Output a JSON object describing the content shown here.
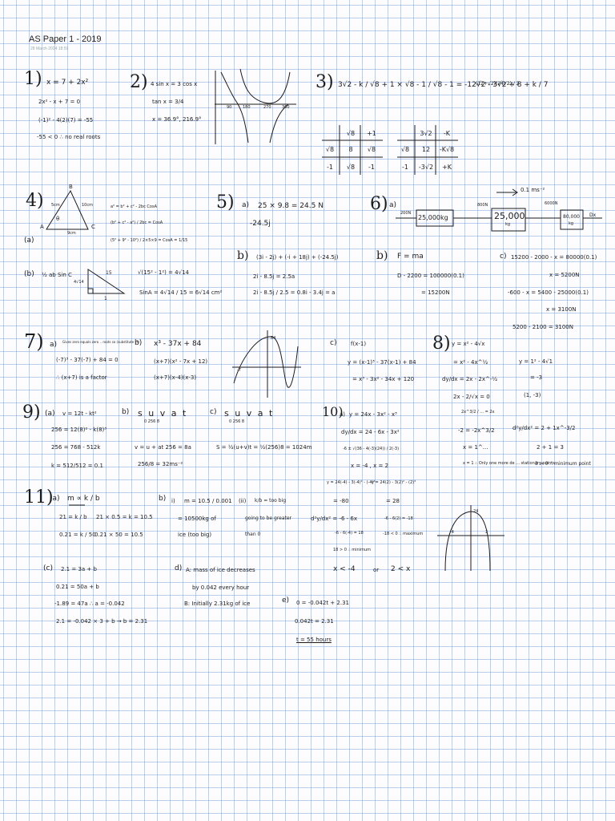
{
  "header": {
    "title": "AS Paper 1 - 2019",
    "date": "28 March 2024    18:59"
  },
  "q1": {
    "num": "1)",
    "l1": "x = 7 + 2x²",
    "l2": "2x² - x + 7 = 0",
    "l3": "(-1)² - 4(2)(7) = -55",
    "l4": "-55 < 0 ∴ no real roots"
  },
  "q2": {
    "num": "2)",
    "l1": "4 sin x = 3 cos x",
    "l2": "tan x = 3/4",
    "l3": "x = 36.9°, 216.9°",
    "t1": "90",
    "t2": "180",
    "t3": "270",
    "t4": "360"
  },
  "q3": {
    "num": "3)",
    "expr": "3√2 - k / √8 + 1  ×  √8 - 1 / √8 - 1   =   -12√2 - 3√2 + 8 + k / 7",
    "tail": "(12+√2)(24√2) / 2",
    "table1": {
      "h1": "√8",
      "h2": "+1",
      "r1a": "√8",
      "r1b": "8",
      "r1c": "√8",
      "r2a": "-1",
      "r2b": "√8",
      "r2c": "-1"
    },
    "table2": {
      "h1": "3√2",
      "h2": "-K",
      "r1a": "√8",
      "r1b": "12",
      "r1c": "-K√8",
      "r2a": "-1",
      "r2b": "-3√2",
      "r2c": "+K"
    }
  },
  "q4": {
    "num": "4)",
    "a": "(a)",
    "tri_B": "B",
    "tri_A": "A",
    "tri_C": "C",
    "tri_theta": "θ",
    "tri_s1": "5cm",
    "tri_s2": "10cm",
    "tri_s3": "9cm",
    "cos1": "a² = b² + c² - 2bc CosA",
    "cos2": "(b² + c² - a²) / 2bc = CosA",
    "cos3": "(5² + 9² - 10²) / 2×5×9 = CosA = 1/15",
    "b": "(b)",
    "b_expr": "½ ab Sin C",
    "rt_hyp": "15",
    "rt_opp": "4√14",
    "rt_adj": "1",
    "rt1": "√(15² - 1²) = 4√14",
    "rt2": "SinA = 4√14 / 15 = 6√14 cm²"
  },
  "q5": {
    "num": "5)",
    "a": "a)",
    "a1": "25 × 9.8 = 24.5 N",
    "a2": "-24.5j",
    "b": "b)",
    "b1": "(3i - 2j) + (-i + 18j) + (-24.5j)",
    "b2": "2i - 8.5j = 2.5a",
    "b3": "2i - 8.5j / 2.5 = 0.8i - 3.4j = a"
  },
  "q6": {
    "num": "6)",
    "a": "a)",
    "acc": "0.1 ms⁻²",
    "box1": "25,000kg",
    "box2": "25,000",
    "box2b": "kg",
    "box3": "80,000",
    "box3b": "kg",
    "f1": "200N",
    "f2": "800N",
    "f3": "6000N",
    "f4": "Dx",
    "b": "b)",
    "b1": "F = ma",
    "b2": "D - 2200 = 100000(0.1)",
    "b3": "= 15200N",
    "c": "c)",
    "c1": "15200 - 2000 - x = 80000(0.1)",
    "c2": "x = 5200N",
    "c3": "-600 - x = 5400 - 25000(0.1)",
    "c4": "x = 3100N",
    "c5": "5200 - 2100 = 3100N"
  },
  "q7": {
    "num": "7)",
    "a": "a)",
    "a0": "Gives zero equals zero .. roots so (substitute -7)",
    "a1": "(-7)³ - 37(-7) + 84 = 0",
    "a2": "∴ (x+7) is a factor",
    "b": "b)",
    "b1": "x³ - 37x + 84",
    "b2": "(x+7)(x² - 7x + 12)",
    "b3": "(x+7)(x-4)(x-3)",
    "g1": "84",
    "g2": "-7",
    "c": "c)",
    "c1": "f(x-1)",
    "c2": "y = (x-1)³ - 37(x-1) + 84",
    "c3": "= x³ - 3x² - 34x + 120"
  },
  "q8": {
    "num": "8)",
    "l1": "y = x² - 4√x",
    "l2": "= x² - 4x^½",
    "l3": "dy/dx = 2x - 2x^-½",
    "l4": "2x - 2/√x = 0",
    "l5": "2x^3/2 / ... = 2x",
    "l6": "y = 1² - 4√1",
    "l7": "= -3",
    "l8": "(1, -3)",
    "l9": "-2 = -2x^3/2",
    "l10": "x = 1^... ",
    "l11": "d²y/dx² = 2 + 1x^-3/2",
    "l12": "2 + 1 = 3",
    "l13": "x = 1 ∴ Only one more de ... stationary points",
    "l14": "3 > 0 ∴ minimum point"
  },
  "q9": {
    "num": "9)",
    "a": "(a)",
    "a1": "v = 12t - kt²",
    "a2": "256 = 12(8)² - k(8)³",
    "a3": "256 = 768 - 512k",
    "a4": "k = 512/512 = 0.1",
    "b": "b)",
    "b_suvat": "s u v a t",
    "b_sub": "0 256 8",
    "b1": "v = u + at   256 = 8a",
    "b2": "256/8 = 32ms⁻²",
    "c": "c)",
    "c_suvat": "s u v a t",
    "c_sub": "0 256 8",
    "c1": "S = ½(u+v)t = ½(256)8 = 1024m"
  },
  "q10": {
    "num": "10)",
    "a": "a)",
    "a1": "y = 24x - 3x² - x³",
    "a2": "dy/dx = 24 - 6x - 3x²",
    "a3": "-6 ± √(36 - 4(-3)(24)) / 2(-3)",
    "a4": "x = -4 , x = 2",
    "a5": "y = 24(-4) - 3(-4)² - (-4)³",
    "a6": "y = 24(2) - 3(2)² - (2)³",
    "a7": "= -80",
    "a8": "= 28",
    "a9": "d²y/dx² = -6 - 6x",
    "a10": "-6 - 6(-4) = 18",
    "a11": "-6 - 6(2) = -18",
    "a12": "18 > 0 ∴ minimum",
    "a13": "-18 < 0 ∴ maximum",
    "ineq1": "x < -4",
    "ineq_or": "or",
    "ineq2": "2 < x",
    "g1": "24",
    "g2": "-4",
    "g3": "2"
  },
  "q11": {
    "num": "11)",
    "a": "(a)",
    "a1": "m ∝ k / b",
    "a2": "21 = k / b",
    "a3": "0.21 = k / 50",
    "a4": "21 × 0.5 = k = 10.5",
    "a5": "0.21 × 50 = 10.5",
    "b": "b)",
    "bi": "i)",
    "bi1": "m = 10.5 / 0.001",
    "bi2": "= 10500kg of",
    "bi3": "ice (too big)",
    "bii": "(ii)",
    "bii1": "k/b = too big",
    "bii2": "going to be greater",
    "bii3": "than 0",
    "c": "(c)",
    "c1": "2.1 = 3a + b",
    "c2": "0.21 = 50a + b",
    "c3": "-1.89 = 47a ∴ a = -0.042",
    "c4": "2.1 = -0.042 × 3 + b → b = 2.31",
    "d": "d)",
    "d1": "A: mass of ice decreases",
    "d2": "by 0.042 every hour",
    "d3": "B: Initially 2.31kg of ice",
    "e": "e)",
    "e1": "0 = -0.042t + 2.31",
    "e2": "0.042t = 2.31",
    "e3": "t = 55 hours"
  }
}
